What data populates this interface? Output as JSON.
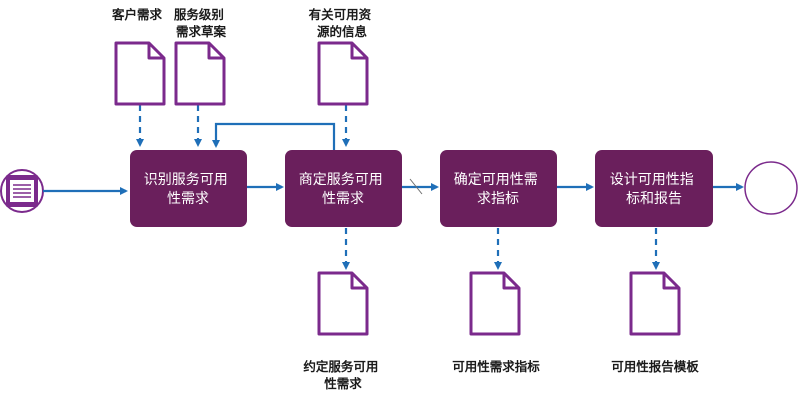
{
  "colors": {
    "process_fill": "#6a1f5c",
    "document_outline": "#7b2a8c",
    "arrow": "#1f6fb8",
    "end_event_outline": "#7b2a8c",
    "process_text": "#ffffff"
  },
  "icons": {
    "start_event": "message-start-icon",
    "end_event": "end-event-icon",
    "document": "document-icon"
  },
  "inputs": {
    "customer_needs": [
      "客户需求"
    ],
    "service_level_draft": [
      "服务级别",
      "需求草案"
    ],
    "availability_info": [
      "有关可用资",
      "源的信息"
    ]
  },
  "processes": {
    "identify": [
      "识别服务可用",
      "性需求"
    ],
    "negotiate": [
      "商定服务可用",
      "性需求"
    ],
    "define": [
      "确定可用性需",
      "求指标"
    ],
    "design": [
      "设计可用性指",
      "标和报告"
    ]
  },
  "outputs": {
    "agreed_requirements": [
      "约定服务可用",
      "性需求"
    ],
    "metrics": [
      "可用性需求指标"
    ],
    "report_template": [
      "可用性报告模板"
    ]
  }
}
